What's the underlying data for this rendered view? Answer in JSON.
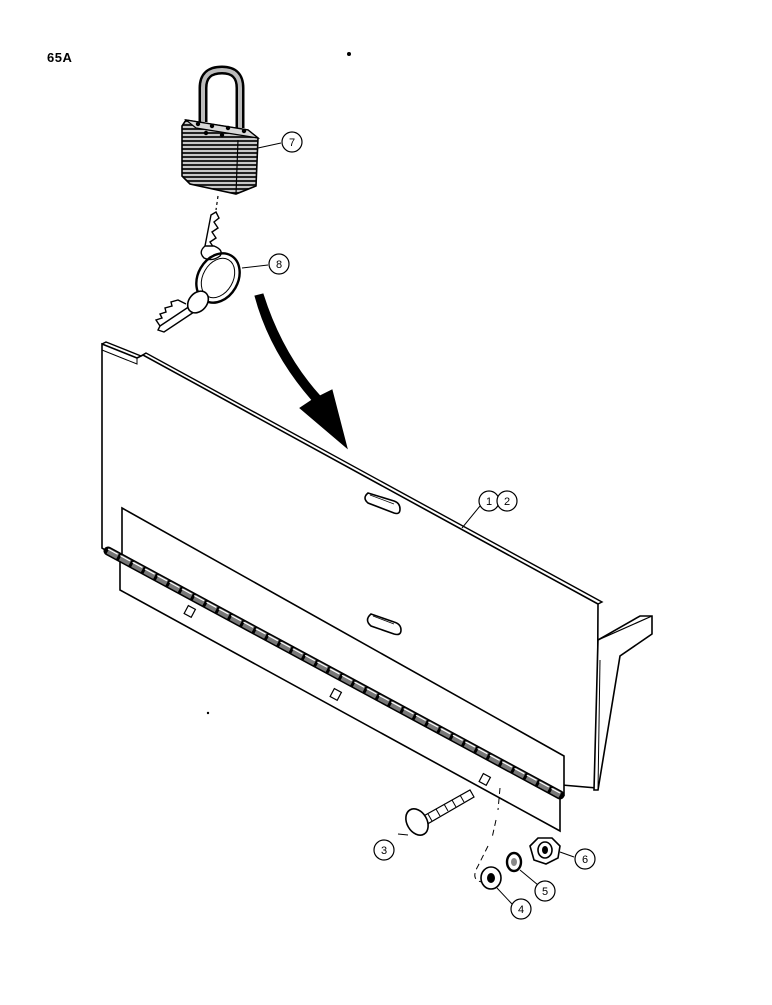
{
  "page": {
    "code": "65A"
  },
  "callouts": {
    "padlock": "7",
    "key_ring": "8",
    "panel_a": "1",
    "panel_b": "2",
    "carriage_bolt": "3",
    "flat_washer": "4",
    "lock_washer": "5",
    "hex_nut": "6"
  },
  "colors": {
    "ink": "#000000",
    "paper": "#ffffff",
    "shade": "#9a9a9a"
  }
}
